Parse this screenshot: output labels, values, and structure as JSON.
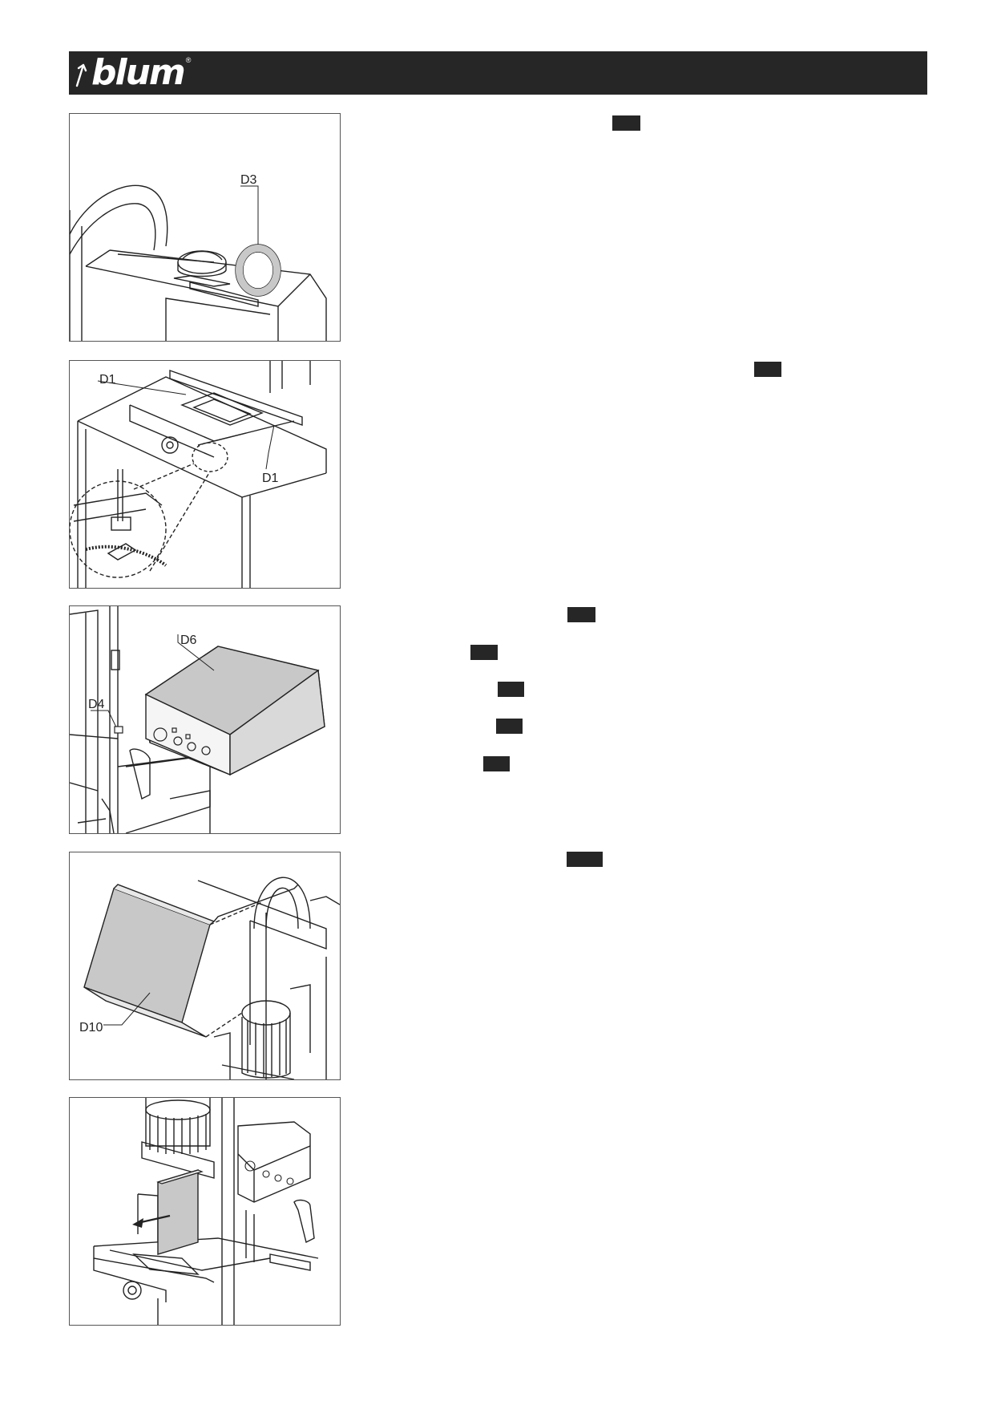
{
  "header": {
    "brand": "blum",
    "registered_mark": "®"
  },
  "figures": [
    {
      "id": "fig-1",
      "labels": [
        "D3"
      ]
    },
    {
      "id": "fig-2",
      "labels": [
        "D1",
        "D1"
      ]
    },
    {
      "id": "fig-3",
      "labels": [
        "D6",
        "D4"
      ]
    },
    {
      "id": "fig-4",
      "labels": [
        "D10"
      ]
    },
    {
      "id": "fig-5",
      "labels": []
    }
  ],
  "colors": {
    "header_bg": "#262626",
    "marker": "#262626",
    "part_fill": "#c8c8c8"
  }
}
